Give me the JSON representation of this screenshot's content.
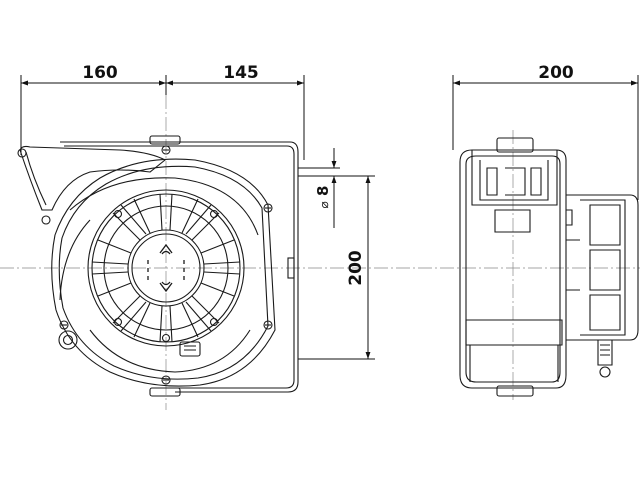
{
  "dimensions": {
    "front_width_left": "160",
    "front_width_right": "145",
    "side_depth": "200",
    "height": "200",
    "mounting_hole_diameter": "8"
  },
  "symbols": {
    "diameter": "⌀"
  },
  "colors": {
    "line": "#1a1a1a",
    "center_line": "#888888",
    "background": "#ffffff"
  }
}
